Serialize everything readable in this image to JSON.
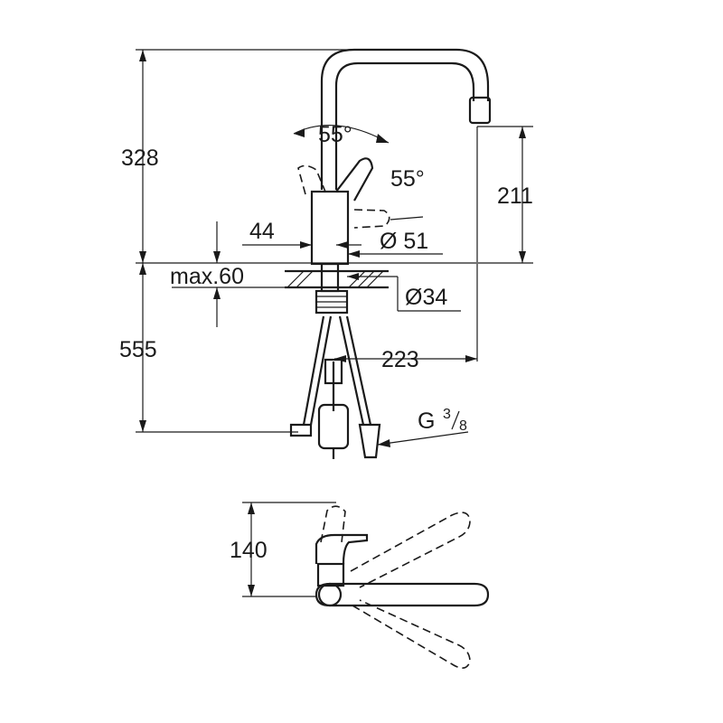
{
  "dimensions": {
    "height_total": "328",
    "height_outlet": "211",
    "lever_angle_top": "55°",
    "lever_angle_side": "55°",
    "lever_offset": "44",
    "body_diameter": "Ø 51",
    "deck_thickness": "max.60",
    "hole_diameter": "Ø34",
    "hose_length": "555",
    "spout_reach": "223",
    "thread": "G",
    "thread_num": "3",
    "thread_den": "8",
    "top_view_depth": "140"
  }
}
